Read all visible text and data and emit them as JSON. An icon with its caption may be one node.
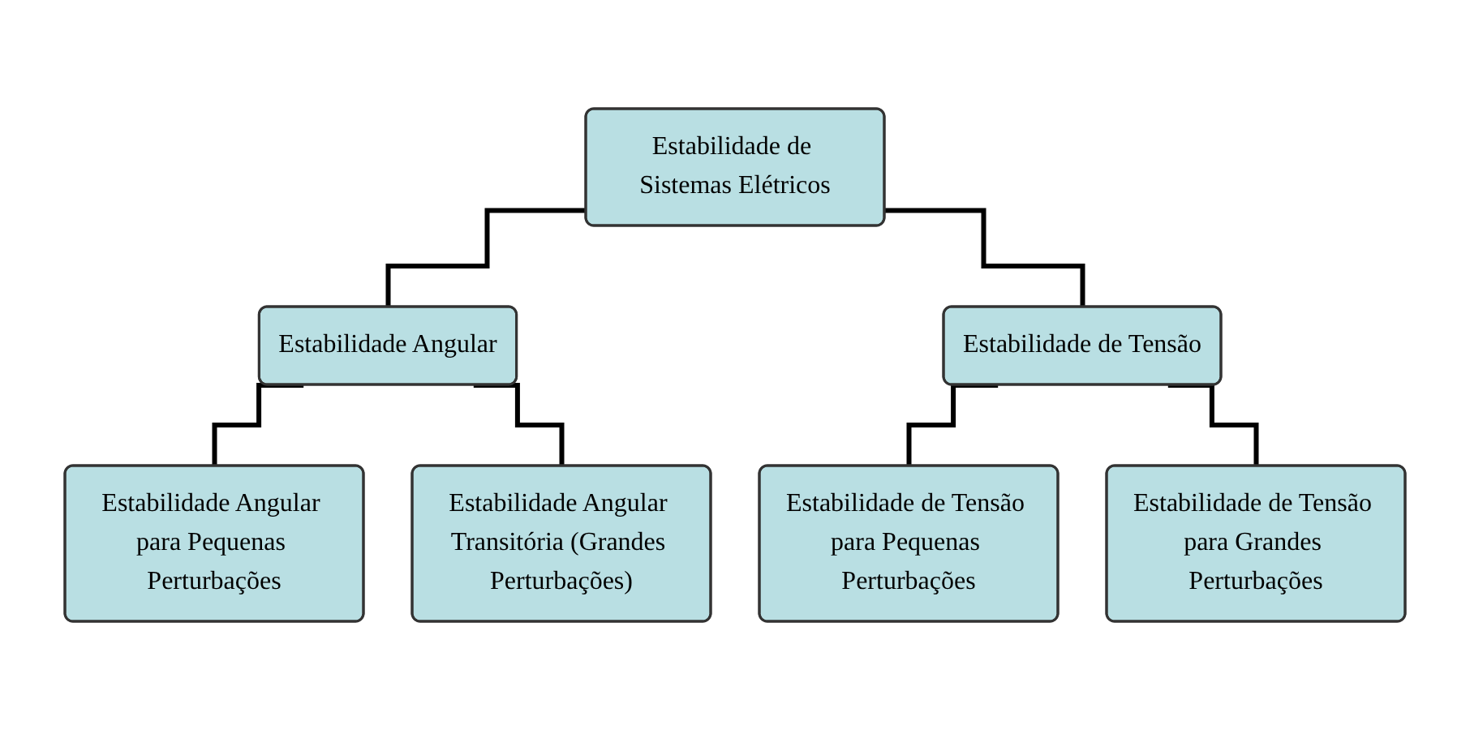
{
  "diagram": {
    "nodes": [
      {
        "text": [
          "Estabilidade de Sistemas Elétricos"
        ]
      },
      {
        "text": [
          "Estabilidade Angular"
        ]
      },
      {
        "text": [
          "Estabilidade de Tensão"
        ]
      },
      {
        "text": [
          "Estabilidade Angular para Pequenas Perturbações"
        ]
      },
      {
        "text": [
          "Estabilidade Angular Transitória (Grandes Perturbações)"
        ]
      },
      {
        "text": [
          "Estabilidade de Tensão para Pequenas Perturbações"
        ]
      },
      {
        "text": [
          "Estabilidade de Tensão para Grandes Perturbações"
        ]
      }
    ],
    "edges": [
      {
        "from": 0,
        "to": 1,
        "arrow": "none"
      },
      {
        "from": 0,
        "to": 2,
        "arrow": "none"
      },
      {
        "from": 1,
        "to": 3,
        "arrow": "none"
      },
      {
        "from": 1,
        "to": 4,
        "arrow": "none"
      },
      {
        "from": 2,
        "to": 5,
        "arrow": "none"
      },
      {
        "from": 2,
        "to": 6,
        "arrow": "none"
      }
    ]
  }
}
